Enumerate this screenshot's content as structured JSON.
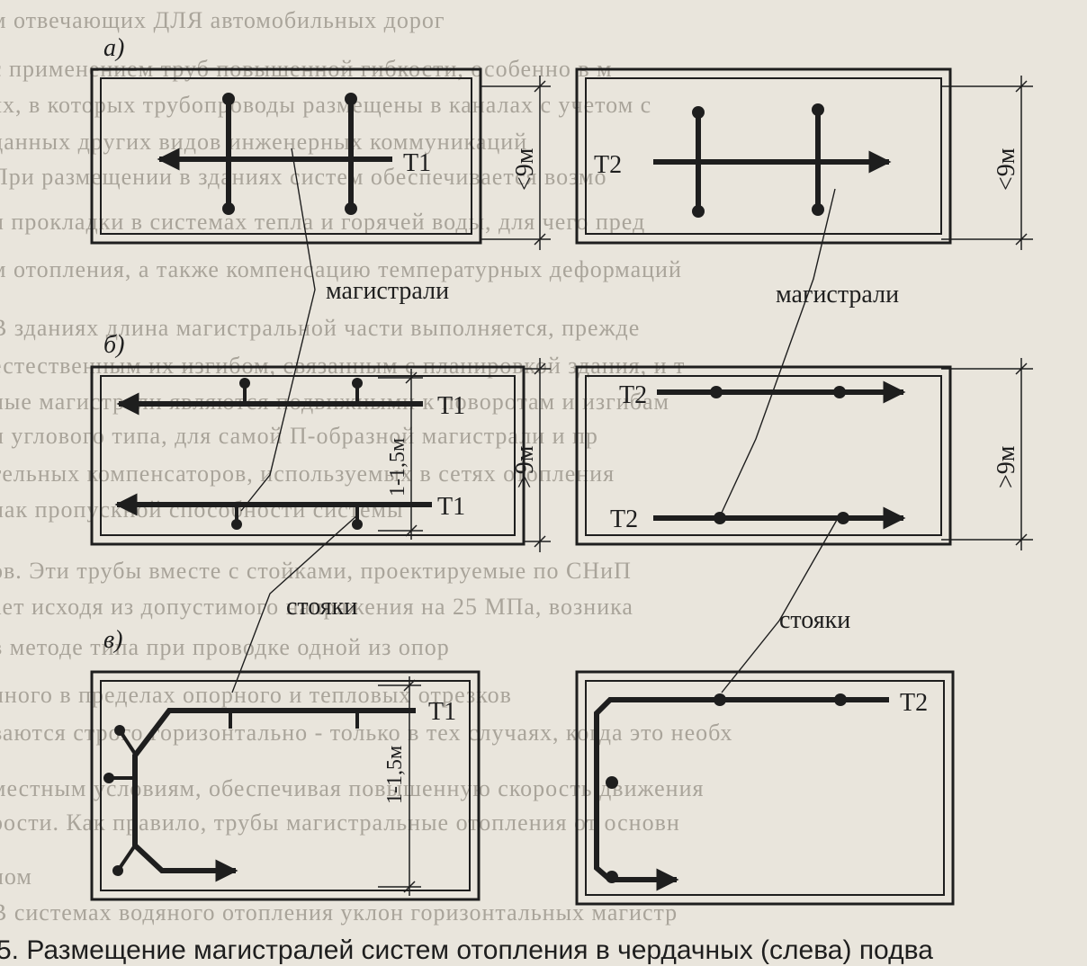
{
  "panel_labels": {
    "a": "а)",
    "b": "б)",
    "c": "в)"
  },
  "pipes": {
    "t1": "Т1",
    "t2": "Т2"
  },
  "dimensions": {
    "under9": "<9м",
    "over9": ">9м",
    "offset": "1-1,5м"
  },
  "callouts": {
    "mains": "магистрали",
    "risers": "стояки"
  },
  "caption": "5. Размещение магистралей систем отопления в чердачных (слева) подва",
  "background_lines": [
    "м отвечающих ДЛЯ автомобильных дорог",
    "с применением труб повышенной гибкости, особенно в м",
    "ях, в которых трубопроводы размещены в каналах с учетом с",
    "данных других видов инженерных коммуникаций",
    "При размещении в зданиях систем обеспечивается возмо",
    "и прокладки в системах тепла и горячей воды, для чего пред",
    "м отопления, а также компенсацию температурных деформаций",
    "В зданиях длина магистральной части выполняется, прежде",
    "естественным их изгибом, связанным с планировкой здания, и т",
    "ные магистрали являются подвижными к поворотам и изгибам",
    "и углового типа, для самой П-образной магистрали и пр",
    "тельных компенсаторов, используемых в сетях отопления",
    "нак пропускной способности системы",
    "ов. Эти трубы вместе с стойками, проектируемые по СНиП",
    "ает исходя из допустимого напряжения на 25 МПа, возника",
    "в методе типа при проводке одной из опор",
    "иного в пределах опорного и тепловых отрезков",
    "ваются строго горизонтально - только в тех случаях, когда это необх",
    "местным условиям, обеспечивая повышенную скорость движения",
    "рости. Как правило, трубы магистральные отопления от основн",
    "ном",
    "В системах водяного отопления уклон горизонтальных магистр"
  ]
}
